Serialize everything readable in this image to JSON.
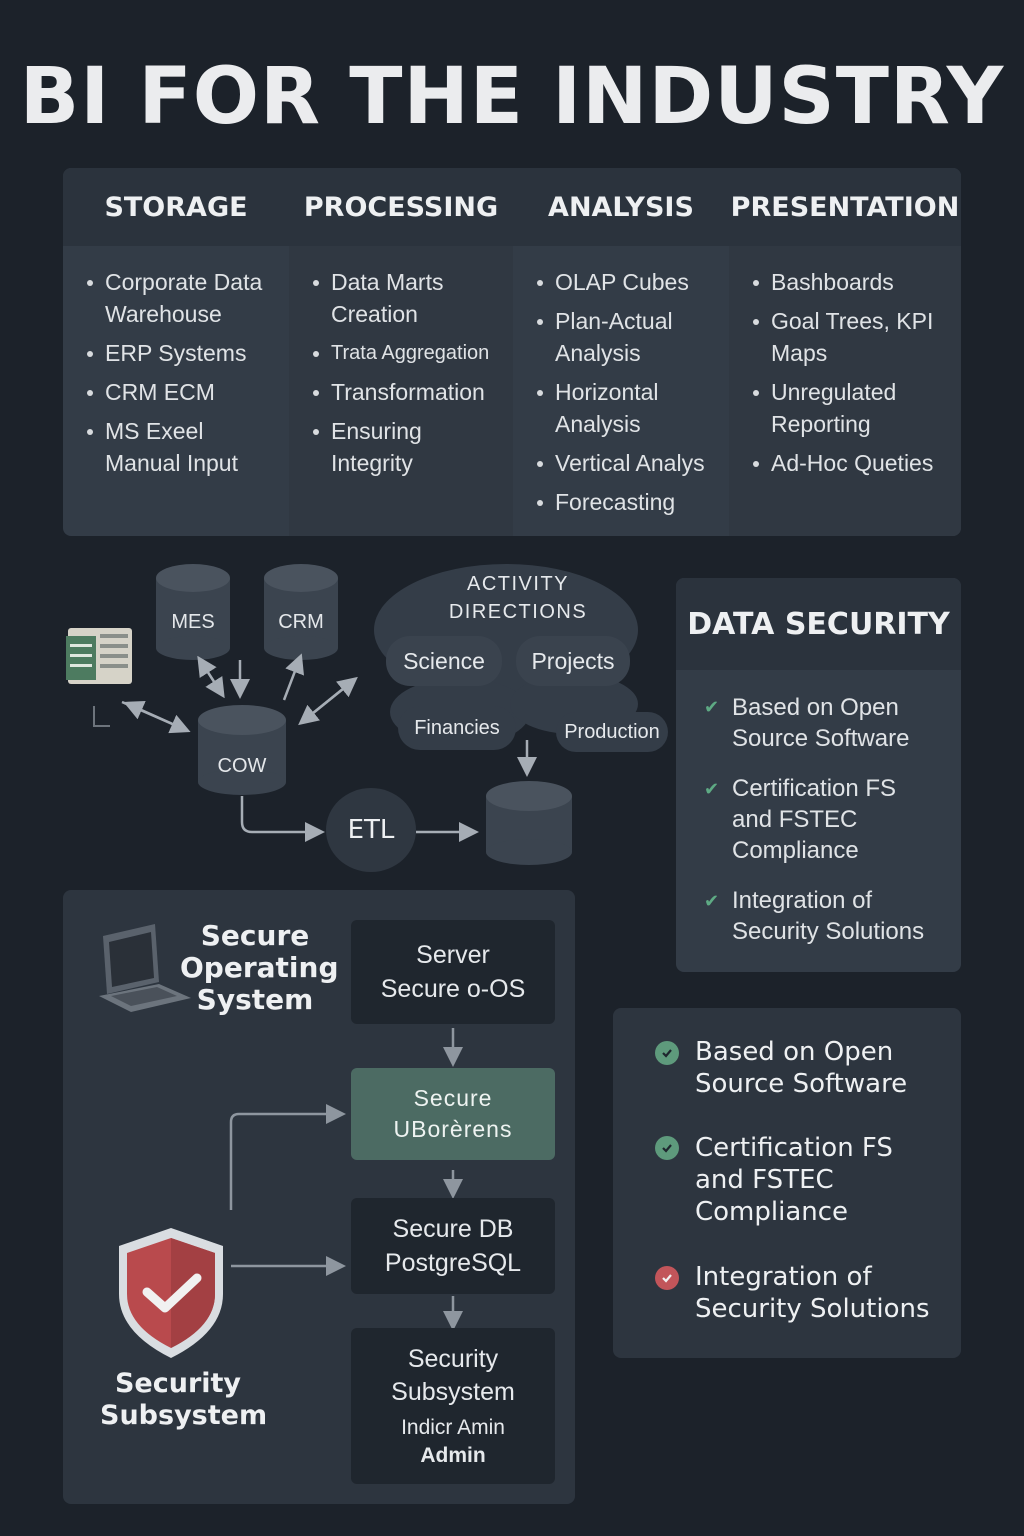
{
  "title": "BI FOR THE INDUSTRY",
  "pillars": [
    {
      "heading": "STORAGE",
      "items": [
        "Corporate Data Warehouse",
        "ERP Systems",
        "CRM  ECM",
        "MS Exeel Manual Input"
      ]
    },
    {
      "heading": "PROCESSING",
      "items": [
        "Data Marts Creation",
        "Trata Aggregation",
        "Transformation",
        "Ensuring Integrity"
      ]
    },
    {
      "heading": "ANALYSIS",
      "items": [
        "OLAP Cubes",
        "Plan-Actual Analysis",
        "Horizontal Analysis",
        "Vertical Analys",
        "Forecasting"
      ]
    },
    {
      "heading": "PRESENTATION",
      "items": [
        "Bashboards",
        "Goal Trees, KPI Maps",
        "Unregulated Reporting",
        "Ad-Hoc Queties"
      ]
    }
  ],
  "diagram": {
    "mes": "MES",
    "crm": "CRM",
    "cow": "COW",
    "etl": "ETL",
    "activity_title": "ACTIVITY DIRECTIONS",
    "science": "Science",
    "projects": "Projects",
    "financies": "Financies",
    "production": "Production"
  },
  "data_security": {
    "heading": "DATA SECURITY",
    "items": [
      "Based on Open Source Software",
      "Certification FS and FSTEC Compliance",
      "Integration of Security Solutions"
    ]
  },
  "secure_os": {
    "title": "Secure Operating System",
    "server_line1": "Server",
    "server_line2": "Secure o-OS",
    "ub_line1": "Secure",
    "ub_line2": "UBorèrens",
    "db_line1": "Secure DB",
    "db_line2": "PostgreSQL",
    "sec_line1": "Security",
    "sec_line2": "Subsystem",
    "sec_line3": "Indicr Amin",
    "sec_line4": "Admin",
    "shield_label": "Security Subsystem"
  },
  "compliance_list": {
    "items": [
      "Based on Open Source Software",
      "Certification FS and FSTEC Compliance",
      "Integration of Security Solutions"
    ],
    "status_colors": [
      "#5e9a7c",
      "#5e9a7c",
      "#c2555a"
    ]
  },
  "colors": {
    "background": "#1c222a",
    "panel": "#333c47",
    "teal": "#4c6b63",
    "shield_red": "#b94a4d"
  }
}
